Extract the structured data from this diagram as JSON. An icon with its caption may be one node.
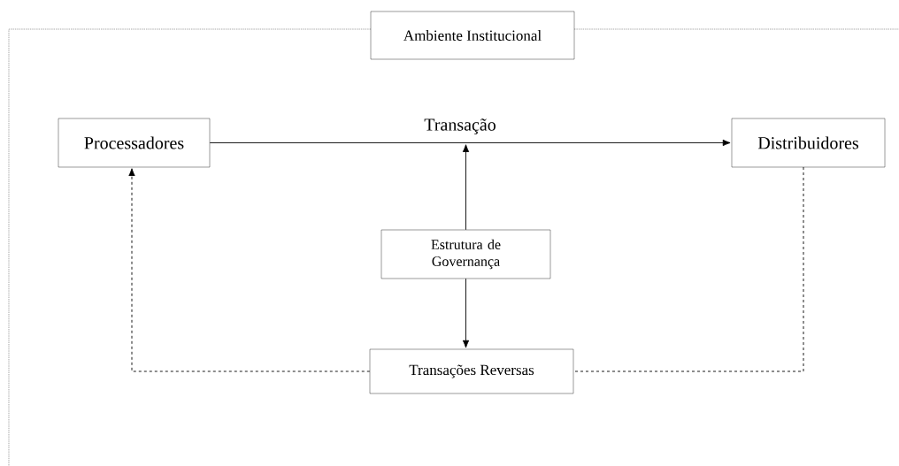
{
  "diagram": {
    "nodes": [
      {
        "text": [
          "Ambiente Institucional"
        ]
      },
      {
        "text": [
          "Processadores"
        ]
      },
      {
        "text": [
          "Distribuidores"
        ]
      },
      {
        "text": [
          "Estrutura de Governança"
        ]
      },
      {
        "text": [
          "Transações Reversas"
        ]
      }
    ],
    "edges": [
      {
        "from": 1,
        "to": 2,
        "arrow": "to",
        "label": "Transação"
      },
      {
        "from": 3,
        "to": null,
        "arrow": "to"
      },
      {
        "from": 3,
        "to": 4,
        "arrow": "to"
      },
      {
        "from": 4,
        "to": 1,
        "arrow": "to",
        "style": "dashed"
      },
      {
        "from": 2,
        "to": 4,
        "arrow": "none",
        "style": "dashed"
      }
    ]
  }
}
